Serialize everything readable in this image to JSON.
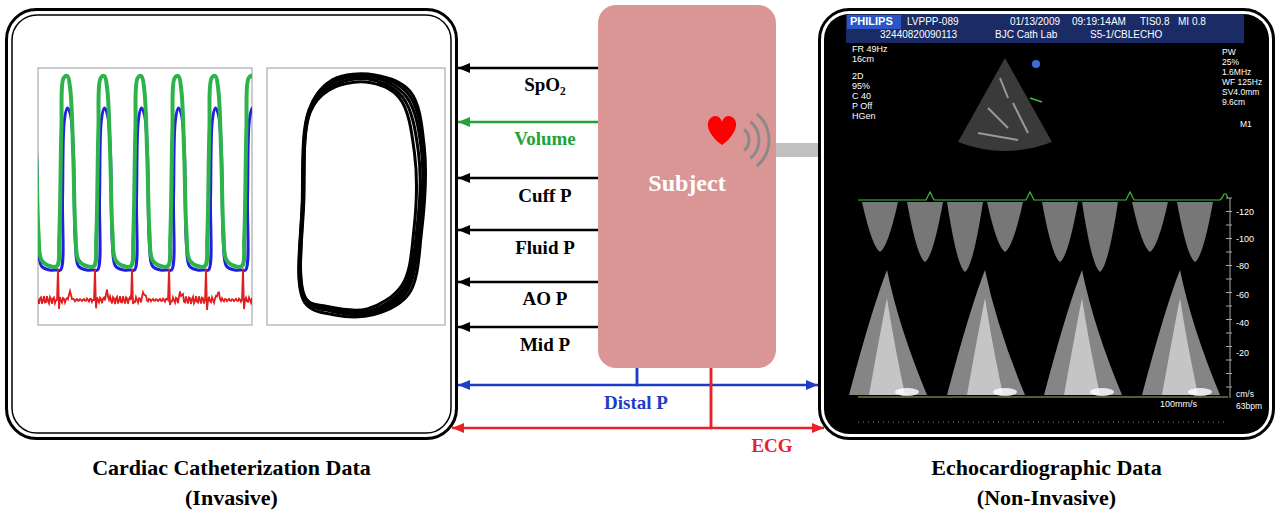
{
  "diagram": {
    "nodes": [
      {
        "text": [
          "Cardiac Catheterization Data (Invasive)"
        ]
      },
      {
        "text": [
          "Subject"
        ]
      },
      {
        "text": [
          "Echocardiographic Data (Non-Invasive)"
        ]
      }
    ],
    "edges": [
      {
        "from": 1,
        "to": 0,
        "arrow": "to",
        "label": "SpO₂"
      },
      {
        "from": 1,
        "to": 0,
        "arrow": "to",
        "label": "Volume"
      },
      {
        "from": 1,
        "to": 0,
        "arrow": "to",
        "label": "Cuff P"
      },
      {
        "from": 1,
        "to": 0,
        "arrow": "to",
        "label": "Fluid P"
      },
      {
        "from": 1,
        "to": 0,
        "arrow": "to",
        "label": "AO P"
      },
      {
        "from": 1,
        "to": 0,
        "arrow": "to",
        "label": "Mid P"
      },
      {
        "from": 1,
        "to": 0,
        "arrow": "to",
        "label": "Distal P"
      },
      {
        "from": 1,
        "to": 2,
        "arrow": "to"
      },
      {
        "from": 1,
        "to": 0,
        "arrow": "to"
      },
      {
        "from": 1,
        "to": 2,
        "arrow": "to",
        "label": "ECG"
      }
    ],
    "labels": [
      "PHILIPS",
      "LVPPP-089",
      "01/13/2009",
      "09:19:14AM",
      "TIS0.8",
      "MI 0.8",
      "32440820090113",
      "BJC Cath Lab",
      "S5-1/CBLECHO",
      "FR 49Hz",
      "16cm",
      "2D",
      "95%",
      "C 40",
      "P Off",
      "HGen",
      "PW",
      "25%",
      "1.6MHz",
      "WF 125Hz",
      "SV4.0mm",
      "9.6cm",
      "M1",
      "-120",
      "-100",
      "-80",
      "-60",
      "-40",
      "-20",
      "cm/s",
      "63bpm",
      "100mm/s"
    ]
  }
}
